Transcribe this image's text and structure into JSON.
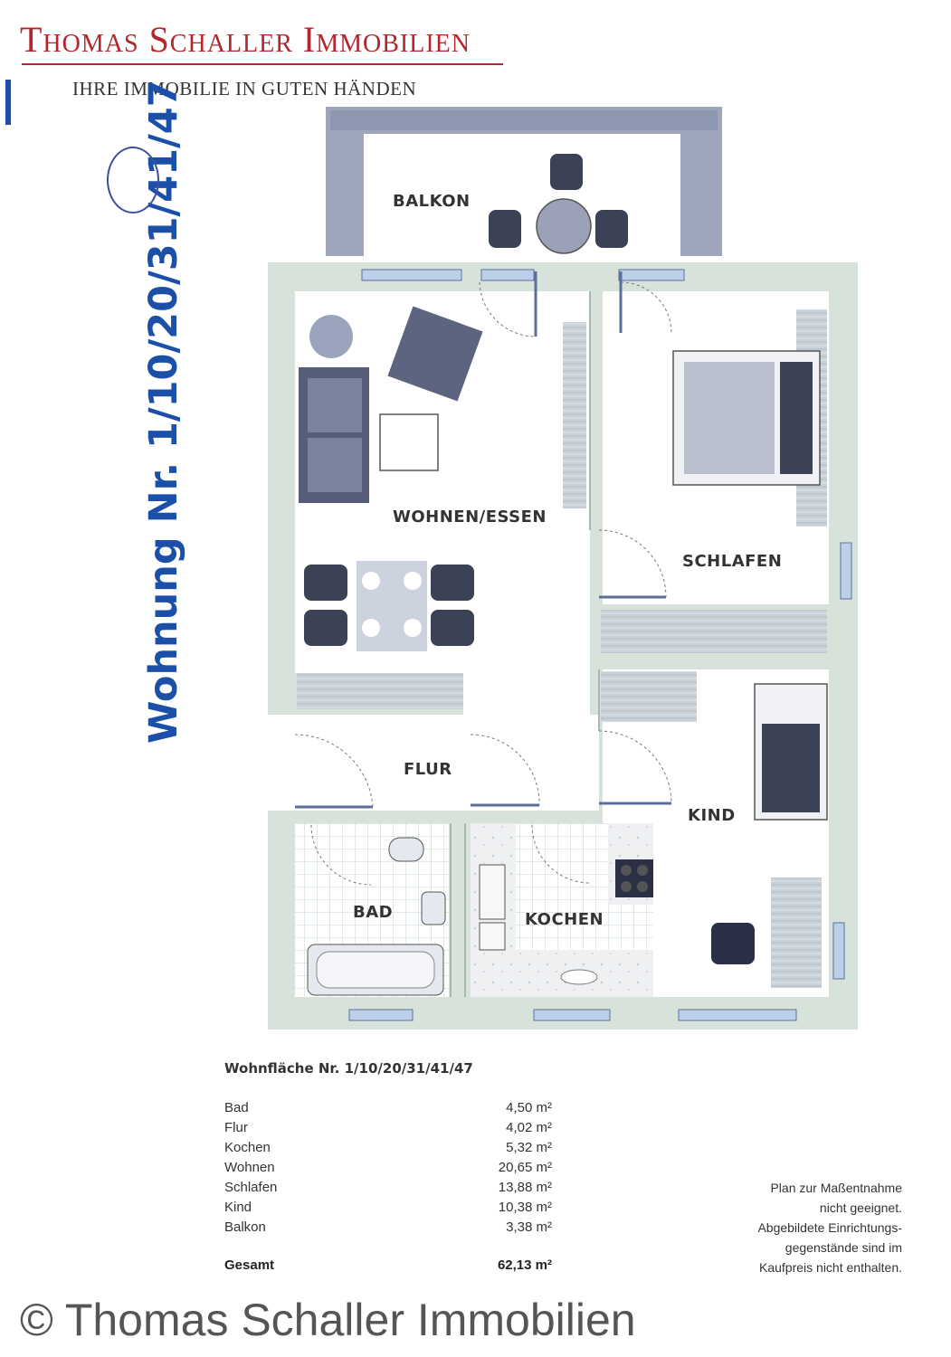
{
  "header": {
    "brand": "Thomas Schaller Immobilien",
    "tagline": "IHRE IMMOBILIE IN GUTEN HÄNDEN",
    "brand_color": "#b3262e"
  },
  "apartment": {
    "vertical_title": "Wohnung Nr. 1/10/20/31/41/47",
    "title_color": "#1c4fa8"
  },
  "plan": {
    "rooms": {
      "balkon": "BALKON",
      "wohnen": "WOHNEN/ESSEN",
      "schlafen": "SCHLAFEN",
      "flur": "FLUR",
      "kind": "KIND",
      "bad": "BAD",
      "kochen": "KOCHEN"
    }
  },
  "areas": {
    "title": "Wohnfläche Nr. 1/10/20/31/41/47",
    "rows": [
      {
        "name": "Bad",
        "value": "4,50 m²"
      },
      {
        "name": "Flur",
        "value": "4,02 m²"
      },
      {
        "name": "Kochen",
        "value": "5,32 m²"
      },
      {
        "name": "Wohnen",
        "value": "20,65 m²"
      },
      {
        "name": "Schlafen",
        "value": "13,88 m²"
      },
      {
        "name": "Kind",
        "value": "10,38 m²"
      },
      {
        "name": "Balkon",
        "value": "3,38 m²"
      }
    ],
    "total_label": "Gesamt",
    "total_value": "62,13 m²"
  },
  "note": {
    "lines": [
      "Plan zur Maßentnahme",
      "nicht geeignet.",
      "Abgebildete Einrichtungs-",
      "gegenstände sind im",
      "Kaufpreis nicht enthalten."
    ]
  },
  "footer": {
    "copyright": "© Thomas Schaller Immobilien"
  }
}
